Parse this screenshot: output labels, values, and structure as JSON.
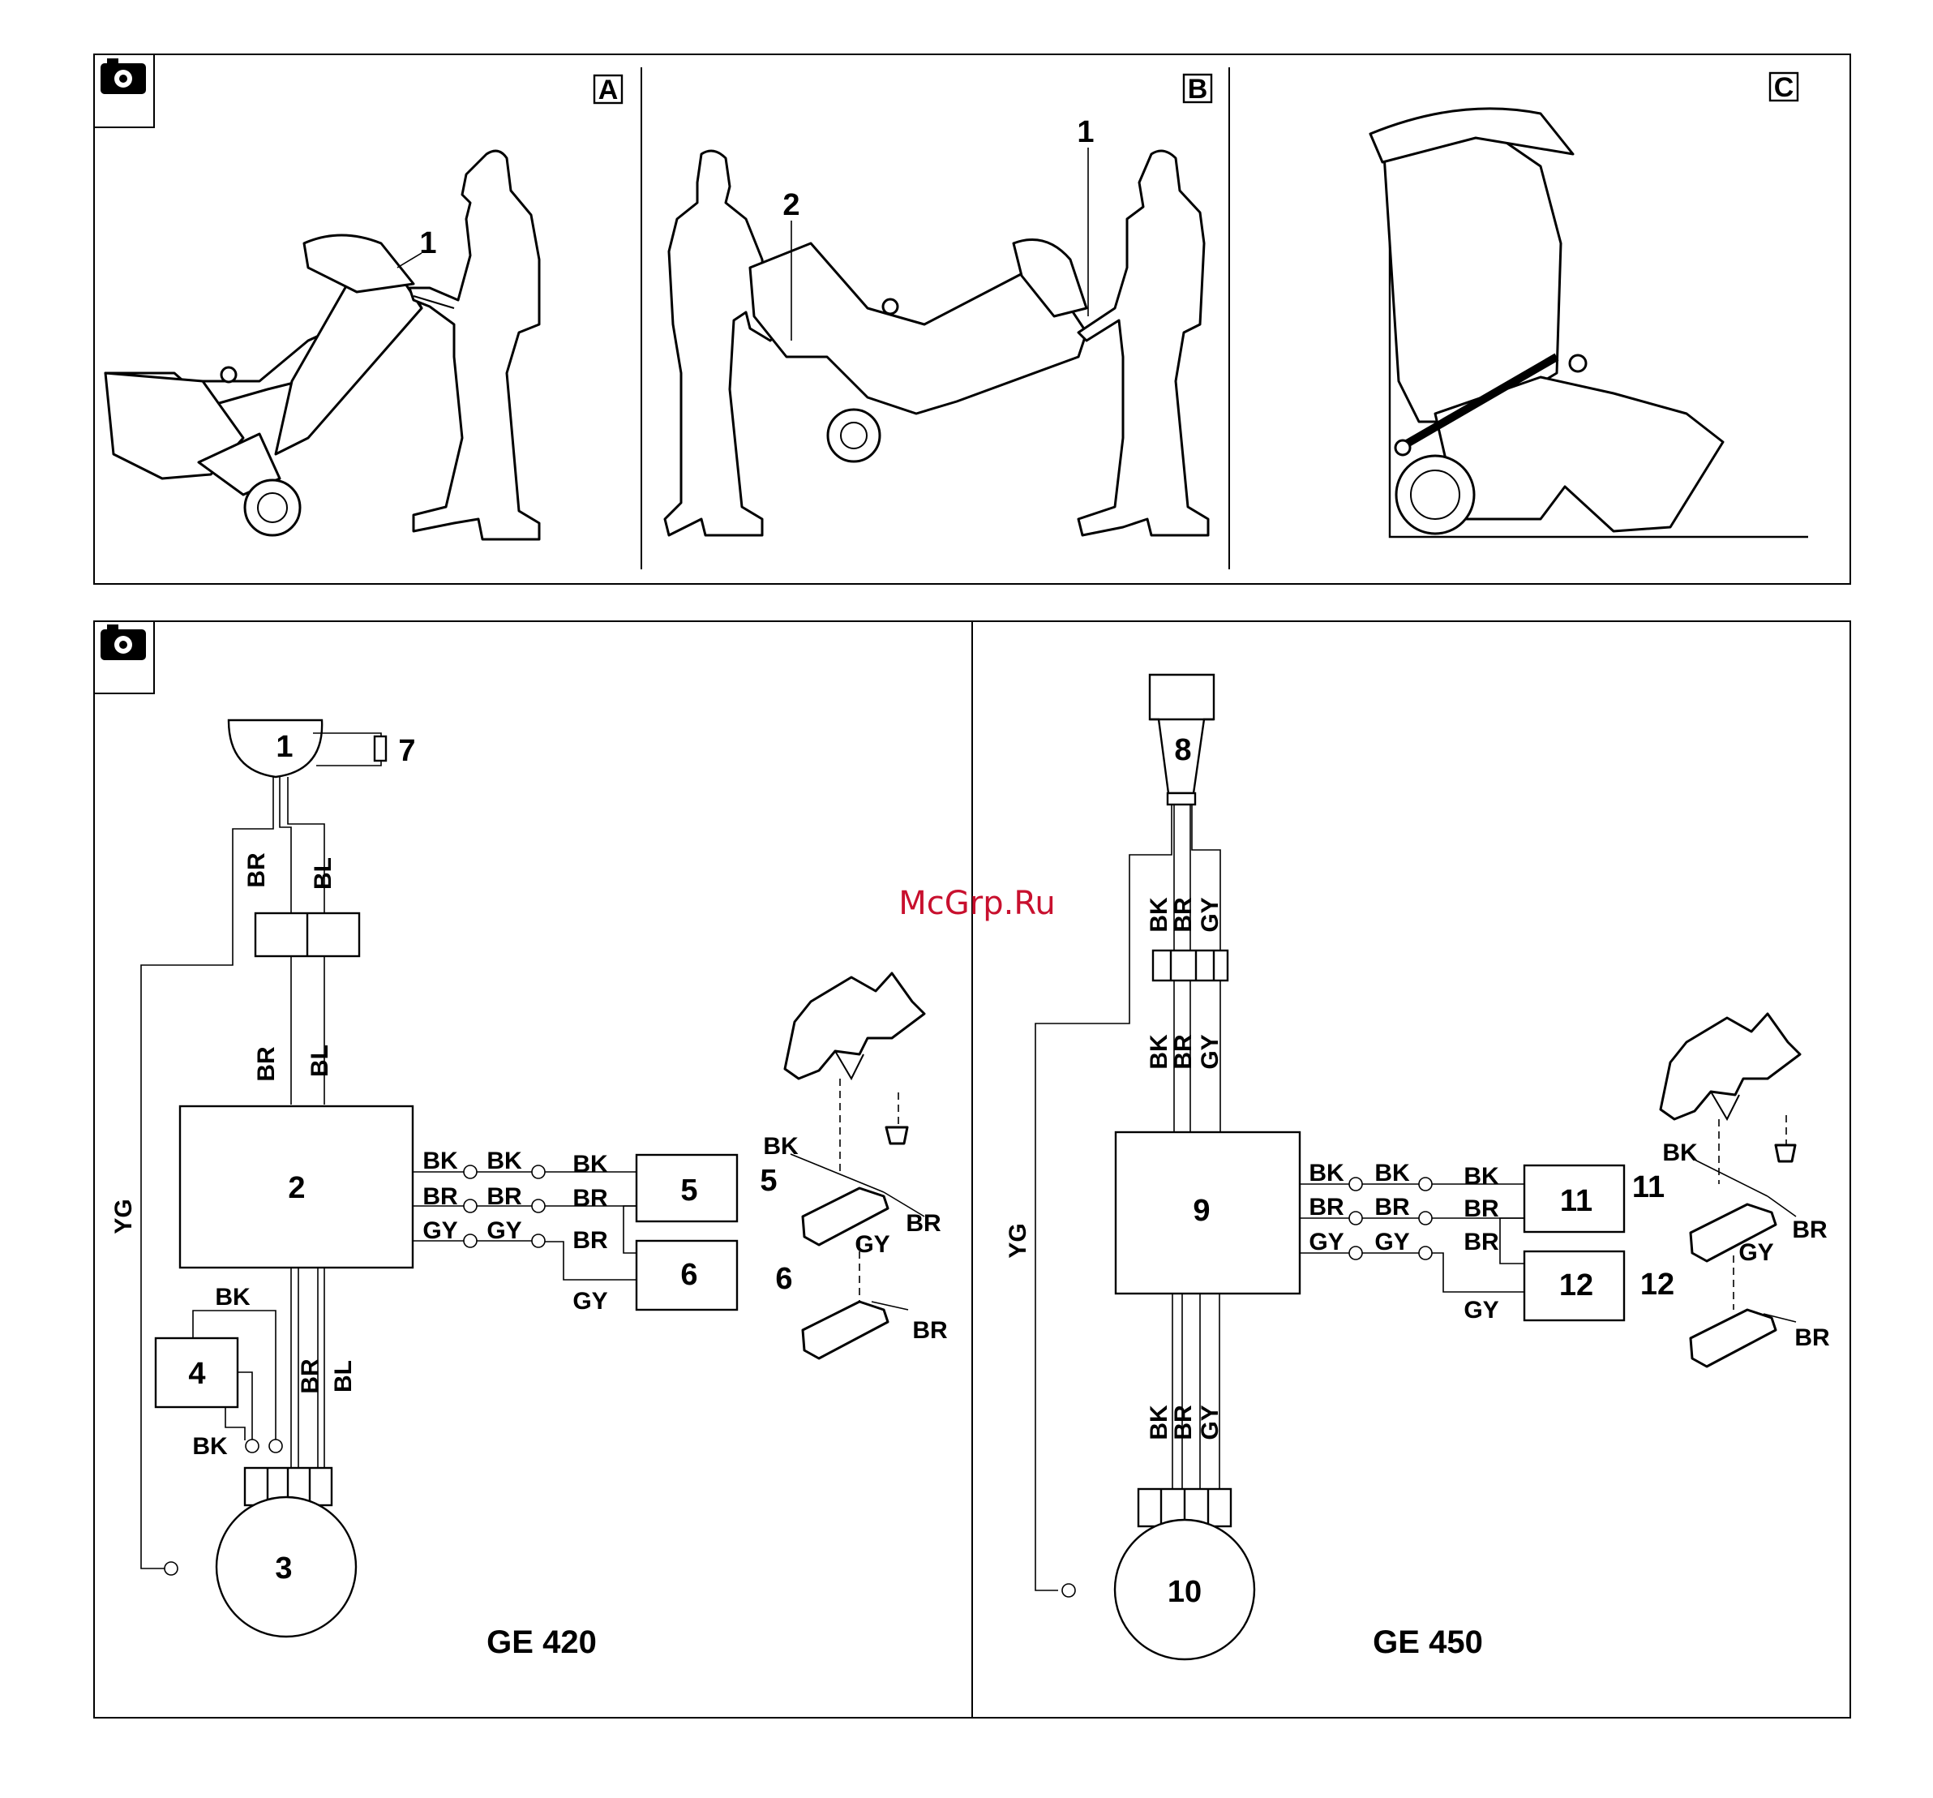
{
  "watermark": "McGrp.Ru",
  "icons": {
    "camera": "camera-icon"
  },
  "top_panels": {
    "a": {
      "letter": "A",
      "callouts": [
        "1"
      ]
    },
    "b": {
      "letter": "B",
      "callouts": [
        "1",
        "2"
      ]
    },
    "c": {
      "letter": "C"
    }
  },
  "ge420": {
    "model": "GE 420",
    "components": {
      "plug": "1",
      "control": "2",
      "motor": "3",
      "capacitor": "4",
      "switch_a": "5",
      "switch_b": "6",
      "cord_clip": "7"
    },
    "wires": {
      "plug_out": [
        "BR",
        "BL"
      ],
      "control_in": [
        "BR",
        "BL"
      ],
      "row1": [
        "BK",
        "BK",
        "BK"
      ],
      "row2": [
        "BR",
        "BR",
        "BR"
      ],
      "row3": [
        "GY",
        "GY",
        "BR"
      ],
      "to_switch_b": "GY",
      "ground": "YG",
      "cap_top": "BK",
      "cap_bottom": "BK",
      "motor_in": [
        "BR",
        "BL"
      ]
    },
    "switch_detail": {
      "sw5": "5",
      "sw6": "6",
      "sw5_wires": [
        "BK",
        "BR"
      ],
      "link": "GY",
      "sw6_wire": "BR"
    }
  },
  "ge450": {
    "model": "GE 450",
    "components": {
      "plug": "8",
      "control": "9",
      "motor": "10",
      "switch_a": "11",
      "switch_b": "12"
    },
    "wires": {
      "plug_out": [
        "BK",
        "BR",
        "GY"
      ],
      "control_in": [
        "BK",
        "BR",
        "GY"
      ],
      "row1": [
        "BK",
        "BK",
        "BK"
      ],
      "row2": [
        "BR",
        "BR",
        "BR"
      ],
      "row3": [
        "GY",
        "GY",
        "BR"
      ],
      "to_switch_b": "GY",
      "ground": "YG",
      "motor_in": [
        "BK",
        "BR",
        "GY"
      ]
    },
    "switch_detail": {
      "sw11": "11",
      "sw12": "12",
      "sw11_wires": [
        "BK",
        "BR"
      ],
      "link": "GY",
      "sw12_wire": "BR"
    }
  }
}
